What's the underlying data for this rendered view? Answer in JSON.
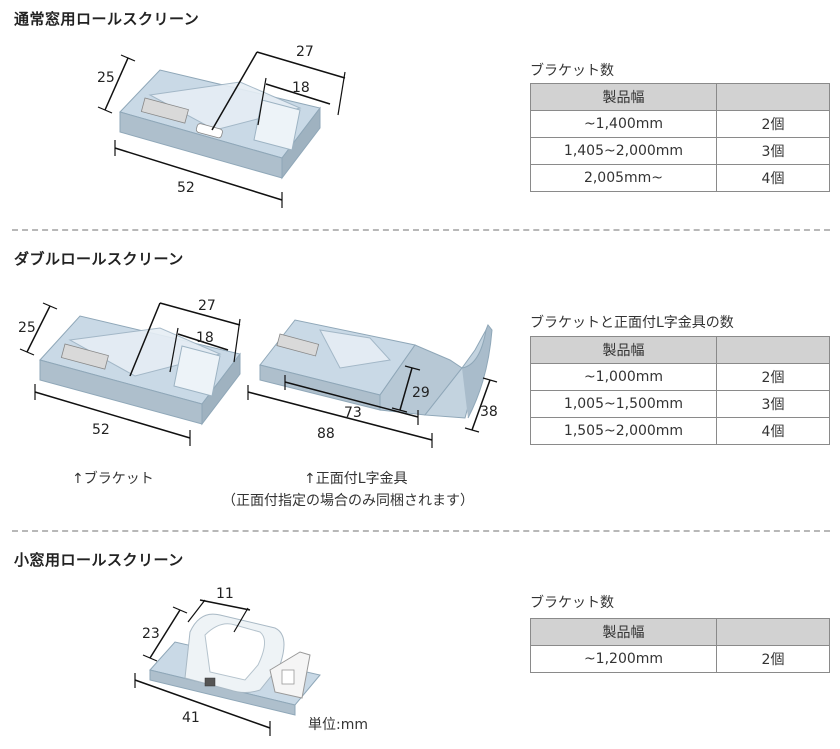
{
  "sections": [
    {
      "title": "通常窓用ロールスクリーン",
      "dims": [
        "27",
        "25",
        "18",
        "52"
      ],
      "table_label": "ブラケット数",
      "table": {
        "headers": [
          "製品幅",
          ""
        ],
        "rows": [
          [
            "~1,400mm",
            "2個"
          ],
          [
            "1,405~2,000mm",
            "3個"
          ],
          [
            "2,005mm~",
            "4個"
          ]
        ]
      }
    },
    {
      "title": "ダブルロールスクリーン",
      "dims_bracket": [
        "27",
        "25",
        "18",
        "52"
      ],
      "dims_lbracket": [
        "29",
        "73",
        "38",
        "88"
      ],
      "caption_bracket": "↑ブラケット",
      "caption_lbracket_1": "↑正面付L字金具",
      "caption_lbracket_2": "（正面付指定の場合のみ同梱されます）",
      "table_label": "ブラケットと正面付L字金具の数",
      "table": {
        "headers": [
          "製品幅",
          ""
        ],
        "rows": [
          [
            "~1,000mm",
            "2個"
          ],
          [
            "1,005~1,500mm",
            "3個"
          ],
          [
            "1,505~2,000mm",
            "4個"
          ]
        ]
      }
    },
    {
      "title": "小窓用ロールスクリーン",
      "dims": [
        "11",
        "23",
        "41"
      ],
      "unit": "単位:mm",
      "table_label": "ブラケット数",
      "table": {
        "headers": [
          "製品幅",
          ""
        ],
        "rows": [
          [
            "~1,200mm",
            "2個"
          ]
        ]
      }
    }
  ]
}
